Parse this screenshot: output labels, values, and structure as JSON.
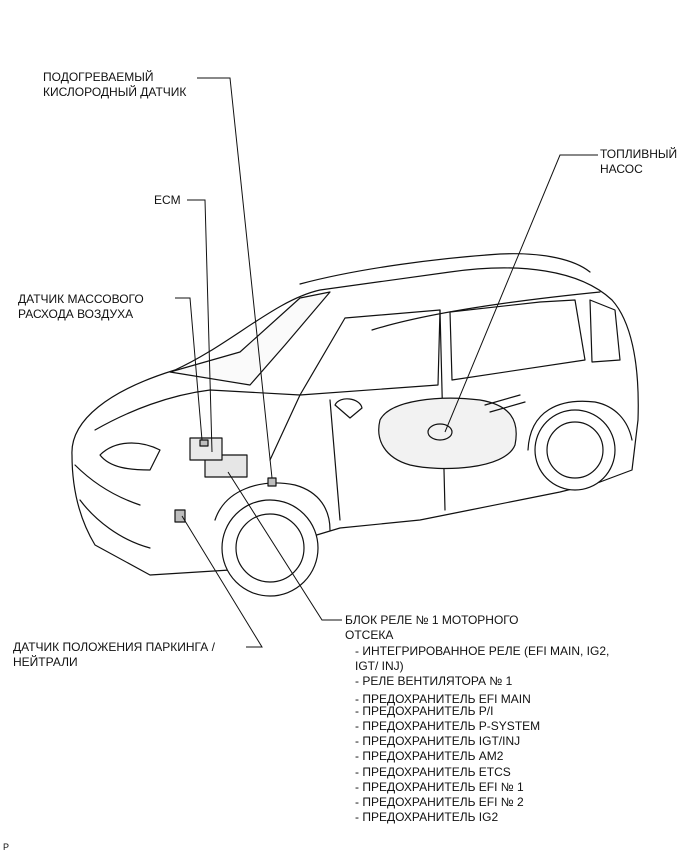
{
  "labels": {
    "oxygen_sensor": "ПОДОГРЕВАЕМЫЙ\nКИСЛОРОДНЫЙ ДАТЧИК",
    "fuel_pump": "ТОПЛИВНЫЙ\nНАСОС",
    "ecm": "ECM",
    "maf_sensor": "ДАТЧИК МАССОВОГО\nРАСХОДА ВОЗДУХА",
    "park_neutral_sensor": "ДАТЧИК ПОЛОЖЕНИЯ ПАРКИНГА /\nНЕЙТРАЛИ",
    "relay_block_title": "БЛОК РЕЛЕ № 1 МОТОРНОГО\nОТСЕКА"
  },
  "relay_items": [
    "- ИНТЕГРИРОВАННОЕ РЕЛЕ (EFI MAIN, IG2,\nIGT/ INJ)",
    "- РЕЛЕ ВЕНТИЛЯТОРА № 1",
    "- ПРЕДОХРАНИТЕЛЬ EFI MAIN",
    "- ПРЕДОХРАНИТЕЛЬ P/I",
    "- ПРЕДОХРАНИТЕЛЬ P-SYSTEM",
    "- ПРЕДОХРАНИТЕЛЬ IGT/INJ",
    "- ПРЕДОХРАНИТЕЛЬ AM2",
    "- ПРЕДОХРАНИТЕЛЬ ETCS",
    "- ПРЕДОХРАНИТЕЛЬ EFI № 1",
    "- ПРЕДОХРАНИТЕЛЬ EFI № 2",
    "- ПРЕДОХРАНИТЕЛЬ IG2"
  ],
  "corner_mark": "P",
  "colors": {
    "ink": "#111111",
    "fill": "#ffffff",
    "shade": "#bdbdbd"
  }
}
